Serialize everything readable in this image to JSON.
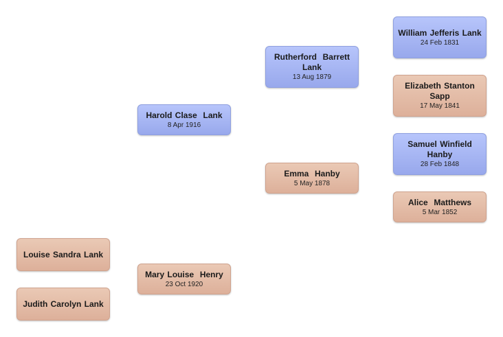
{
  "people": {
    "louise": {
      "name": "Louise Sandra Lank",
      "date": "",
      "gender": "female"
    },
    "judith": {
      "name": "Judith Carolyn Lank",
      "date": "",
      "gender": "female"
    },
    "harold": {
      "name": "Harold Clase  Lank",
      "date": "8 Apr 1916",
      "gender": "male"
    },
    "mary": {
      "name": "Mary Louise  Henry",
      "date": "23 Oct 1920",
      "gender": "female"
    },
    "rutherford": {
      "name": "Rutherford  Barrett Lank",
      "date": "13 Aug 1879",
      "gender": "male"
    },
    "emma": {
      "name": "Emma  Hanby",
      "date": "5 May 1878",
      "gender": "female"
    },
    "william": {
      "name": "William Jefferis Lank",
      "date": "24 Feb 1831",
      "gender": "male"
    },
    "elizabeth": {
      "name": "Elizabeth Stanton Sapp",
      "date": "17 May 1841",
      "gender": "female"
    },
    "samuel": {
      "name": "Samuel Winfield Hanby",
      "date": "28 Feb 1848",
      "gender": "male"
    },
    "alice": {
      "name": "Alice  Matthews",
      "date": "5 Mar 1852",
      "gender": "female"
    }
  },
  "colors": {
    "male_fill": "#a9b8f5",
    "female_fill": "#e3bca7"
  }
}
